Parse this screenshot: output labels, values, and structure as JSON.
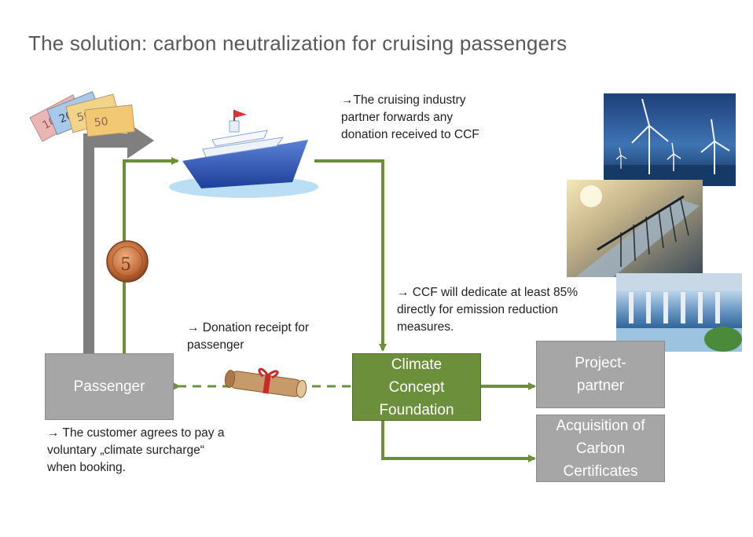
{
  "title": "The solution: carbon neutralization for cruising passengers",
  "notes": {
    "cruising_partner": "→The cruising industry\npartner forwards any\ndonation received to CCF",
    "ccf_dedicate": "→ CCF will dedicate at least 85%\ndirectly for emission reduction\nmeasures.",
    "donation_receipt": "→ Donation receipt for\npassenger",
    "customer_agrees": "→ The customer agrees to pay a\nvoluntary „climate surcharge“\nwhen booking."
  },
  "boxes": {
    "passenger": "Passenger",
    "foundation": "Climate\nConcept\nFoundation",
    "project_partner": "Project-\npartner",
    "acquisition": "Acquisition of\nCarbon\nCertificates"
  },
  "colors": {
    "flow_green": "#6b8f3a",
    "box_grey": "#a6a6a6",
    "money_arrow_grey": "#7f7f7f"
  }
}
